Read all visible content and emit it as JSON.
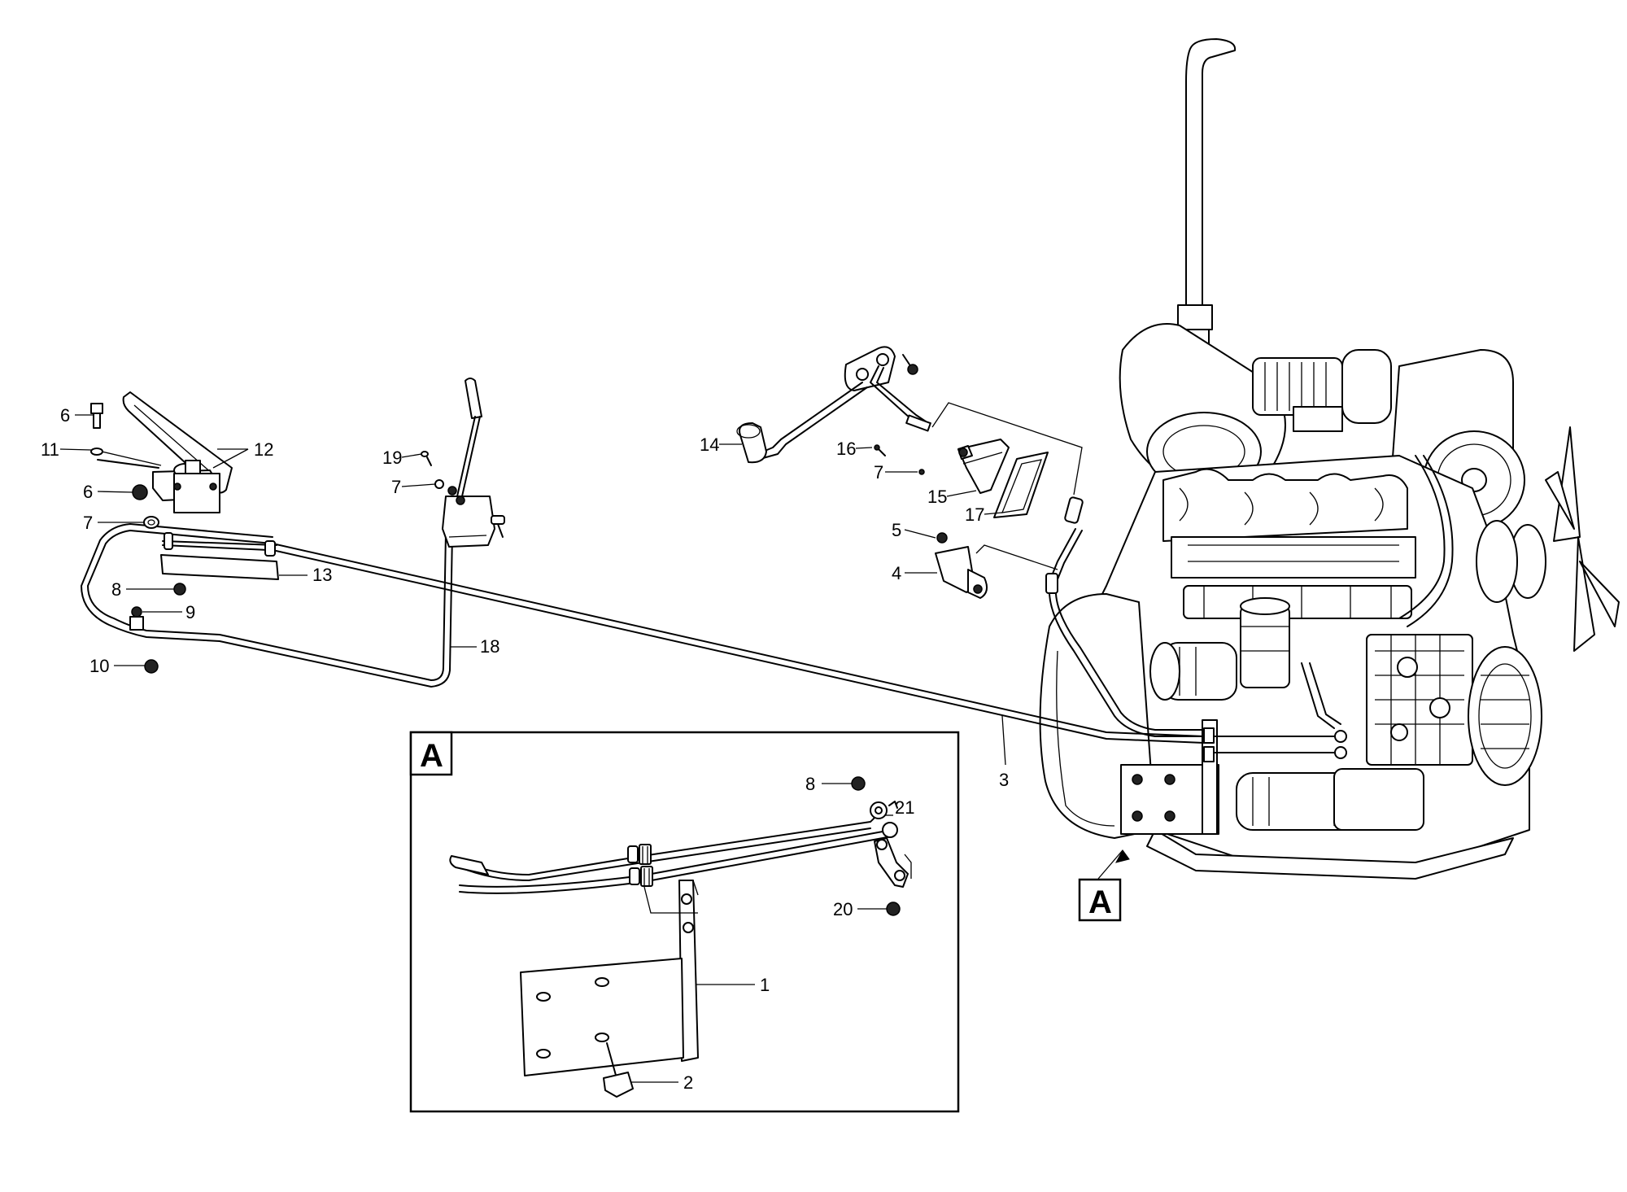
{
  "callouts": [
    {
      "id": "c6a",
      "text": "6"
    },
    {
      "id": "c11",
      "text": "11"
    },
    {
      "id": "c12",
      "text": "12"
    },
    {
      "id": "c6b",
      "text": "6"
    },
    {
      "id": "c7a",
      "text": "7"
    },
    {
      "id": "c13",
      "text": "13"
    },
    {
      "id": "c8a",
      "text": "8"
    },
    {
      "id": "c9",
      "text": "9"
    },
    {
      "id": "c10",
      "text": "10"
    },
    {
      "id": "c19",
      "text": "19"
    },
    {
      "id": "c7b",
      "text": "7"
    },
    {
      "id": "c18",
      "text": "18"
    },
    {
      "id": "c14",
      "text": "14"
    },
    {
      "id": "c16",
      "text": "16"
    },
    {
      "id": "c7c",
      "text": "7"
    },
    {
      "id": "c15",
      "text": "15"
    },
    {
      "id": "c17",
      "text": "17"
    },
    {
      "id": "c5",
      "text": "5"
    },
    {
      "id": "c4",
      "text": "4"
    },
    {
      "id": "c3",
      "text": "3"
    },
    {
      "id": "c8b",
      "text": "8"
    },
    {
      "id": "c21",
      "text": "21"
    },
    {
      "id": "c20",
      "text": "20"
    },
    {
      "id": "c1",
      "text": "1"
    },
    {
      "id": "c2",
      "text": "2"
    }
  ],
  "detail_refs": [
    {
      "id": "ref-inset",
      "text": "A"
    },
    {
      "id": "ref-engine",
      "text": "A"
    }
  ]
}
